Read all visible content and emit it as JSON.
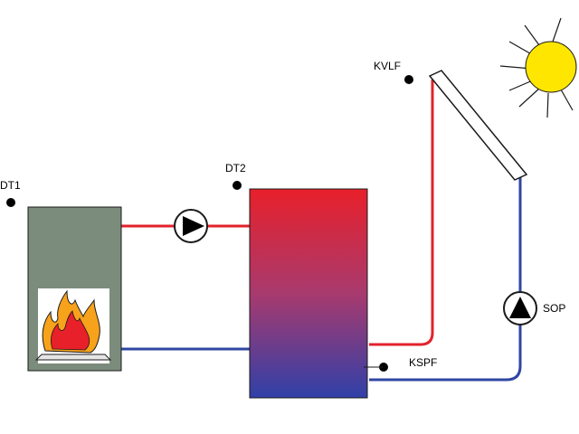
{
  "labels": {
    "dt1": "DT1",
    "dt2": "DT2",
    "kvlf": "KVLF",
    "kspf": "KSPF",
    "sop": "SOP"
  },
  "colors": {
    "hot_pipe": "#e3222b",
    "cold_pipe": "#2f46a3",
    "boiler_body": "#7c8c7c",
    "tank_top": "#e8202a",
    "tank_bottom": "#3040a8",
    "sun": "#ffe600",
    "flame_outer": "#f7a21b",
    "flame_inner": "#e8202a"
  },
  "icons": {
    "boiler": "wood-boiler-icon",
    "fire": "fire-icon",
    "tank": "storage-tank-icon",
    "collector": "solar-collector-icon",
    "sun": "sun-icon",
    "pump": "pump-icon",
    "sensor": "sensor-dot-icon"
  }
}
